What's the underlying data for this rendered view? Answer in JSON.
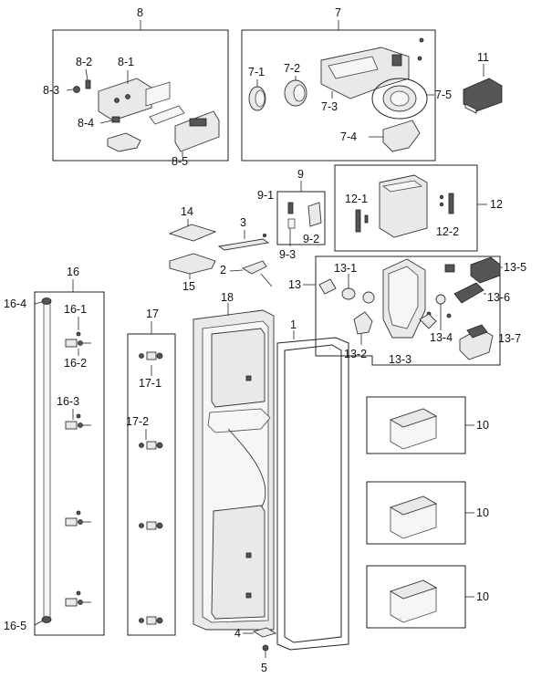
{
  "labels": {
    "g8": "8",
    "p8_1": "8-1",
    "p8_2": "8-2",
    "p8_3": "8-3",
    "p8_4": "8-4",
    "p8_5": "8-5",
    "g7": "7",
    "p7_1": "7-1",
    "p7_2": "7-2",
    "p7_3": "7-3",
    "p7_4": "7-4",
    "p7_5": "7-5",
    "p11": "11",
    "g9": "9",
    "p9_1": "9-1",
    "p9_2": "9-2",
    "p9_3": "9-3",
    "g12": "12",
    "p12_1": "12-1",
    "p12_2": "12-2",
    "p14": "14",
    "p3": "3",
    "p2": "2",
    "p15": "15",
    "g13": "13",
    "p13_1": "13-1",
    "p13_2": "13-2",
    "p13_3": "13-3",
    "p13_4": "13-4",
    "p13_5": "13-5",
    "p13_6": "13-6",
    "p13_7": "13-7",
    "g16": "16",
    "p16_1": "16-1",
    "p16_2": "16-2",
    "p16_3": "16-3",
    "p16_4": "16-4",
    "p16_5": "16-5",
    "g17": "17",
    "p17_1": "17-1",
    "p17_2": "17-2",
    "p18": "18",
    "p1": "1",
    "p4": "4",
    "p5": "5",
    "p10a": "10",
    "p10b": "10",
    "p10c": "10"
  }
}
